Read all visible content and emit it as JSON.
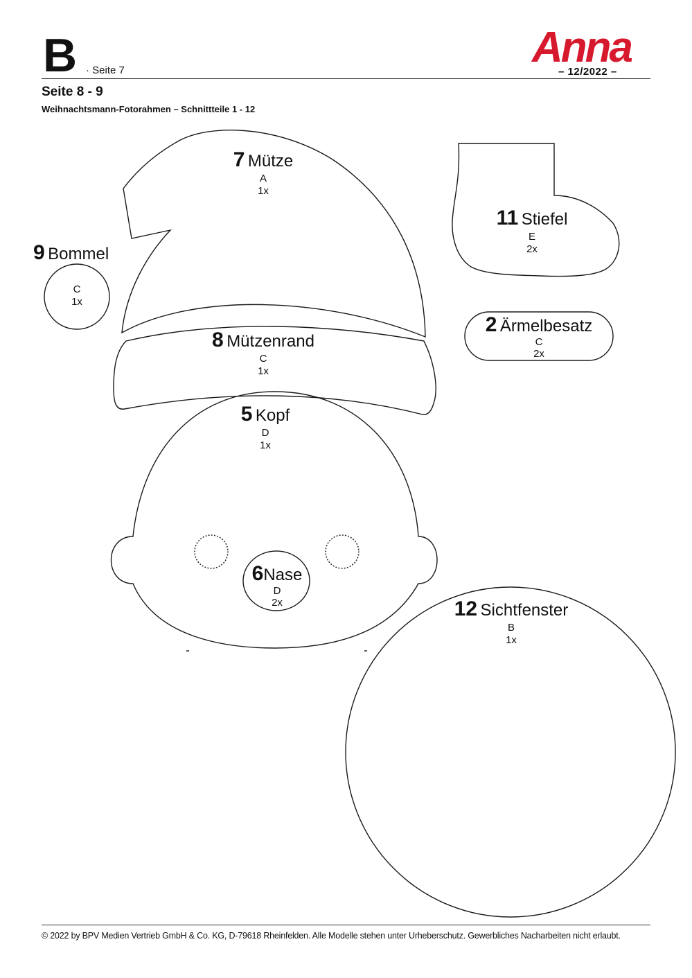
{
  "header": {
    "section_letter": "B",
    "page_ref": "· Seite 7",
    "brand": "Anna",
    "issue": "– 12/2022 –",
    "title": "Seite 8 - 9",
    "subtitle": "Weihnachtsmann-Fotorahmen – Schnittteile 1 - 12"
  },
  "pieces": {
    "muetze": {
      "number": "7",
      "name": "Mütze",
      "letter": "A",
      "count": "1x"
    },
    "stiefel": {
      "number": "11",
      "name": "Stiefel",
      "letter": "E",
      "count": "2x"
    },
    "bommel": {
      "number": "9",
      "name": "Bommel",
      "letter": "C",
      "count": "1x"
    },
    "aermelbesatz": {
      "number": "2",
      "name": "Ärmelbesatz",
      "letter": "C",
      "count": "2x"
    },
    "muetzenrand": {
      "number": "8",
      "name": "Mützenrand",
      "letter": "C",
      "count": "1x"
    },
    "kopf": {
      "number": "5",
      "name": "Kopf",
      "letter": "D",
      "count": "1x"
    },
    "nase": {
      "number": "6",
      "name": "Nase",
      "letter": "D",
      "count": "2x"
    },
    "sichtfenster": {
      "number": "12",
      "name": "Sichtfenster",
      "letter": "B",
      "count": "1x"
    }
  },
  "footer": {
    "copyright": "© 2022 by BPV Medien Vertrieb GmbH & Co. KG, D-79618 Rheinfelden. Alle Modelle stehen unter Urheberschutz. Gewerbliches Nacharbeiten nicht erlaubt."
  }
}
